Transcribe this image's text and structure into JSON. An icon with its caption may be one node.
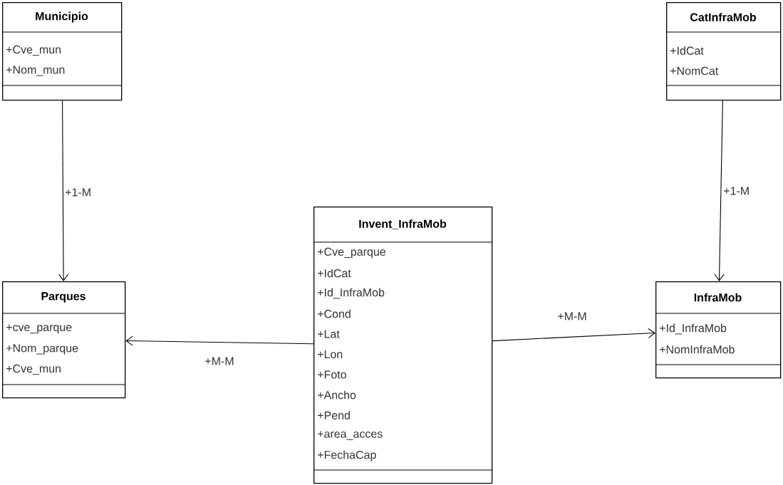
{
  "diagram": {
    "nodes": [
      {
        "text": [
          "Municipio",
          "+Cve_mun",
          "+Nom_mun"
        ]
      },
      {
        "text": [
          "CatInfraMob",
          "+IdCat",
          "+NomCat"
        ]
      },
      {
        "text": [
          "Parques",
          "+cve_parque",
          "+Nom_parque",
          "+Cve_mun"
        ]
      },
      {
        "text": [
          "Invent_InfraMob",
          "+Cve_parque",
          "+IdCat",
          "+Id_InfraMob",
          "+Cond",
          "+Lat",
          "+Lon",
          "+Foto",
          "+Ancho",
          "+Pend",
          "+area_acces",
          "+FechaCap"
        ]
      },
      {
        "text": [
          "InfraMob",
          "+Id_InfraMob",
          "+NomInfraMob"
        ]
      }
    ],
    "edges": [
      {
        "from": 0,
        "to": 2,
        "arrow": "to",
        "label": "+1-M"
      },
      {
        "from": 1,
        "to": 4,
        "arrow": "to",
        "label": "+1-M"
      },
      {
        "from": 3,
        "to": 2,
        "arrow": "to",
        "label": "+M-M"
      },
      {
        "from": 3,
        "to": 4,
        "arrow": "to",
        "label": "+M-M"
      }
    ]
  }
}
